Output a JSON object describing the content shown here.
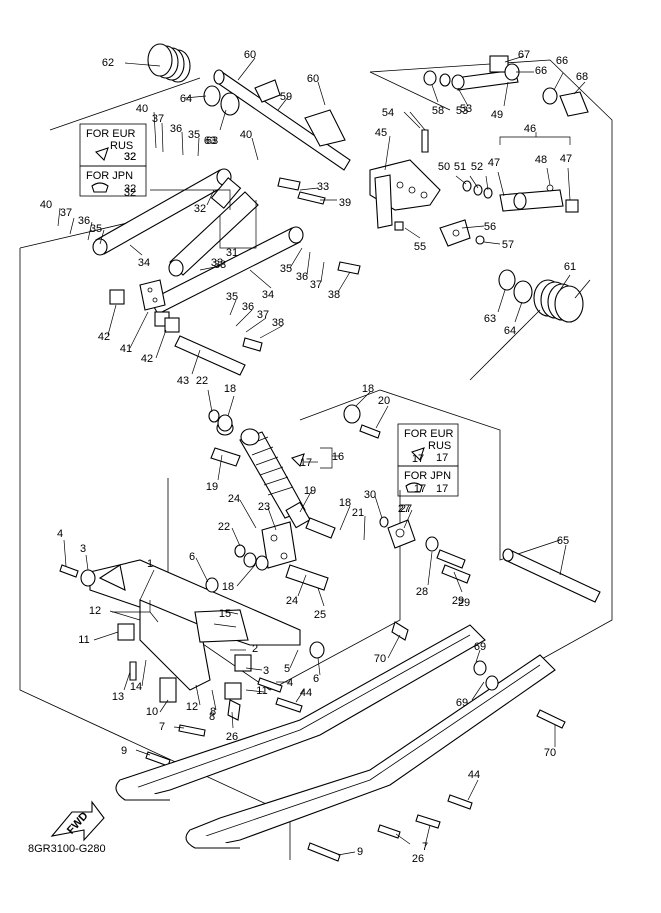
{
  "diagram_code": "8GR3100-G280",
  "fwd_label": "FWD",
  "region_boxes": [
    {
      "id": "box_top_left",
      "lines": [
        "FOR EUR",
        "RUS"
      ],
      "part": "32"
    },
    {
      "id": "box_top_left_jpn",
      "lines": [
        "FOR JPN"
      ],
      "part": "32"
    },
    {
      "id": "box_mid_right",
      "lines": [
        "FOR EUR",
        "RUS"
      ],
      "part": "17"
    },
    {
      "id": "box_mid_right_jpn",
      "lines": [
        "FOR JPN"
      ],
      "part": "17"
    }
  ],
  "callouts": [
    "1",
    "2",
    "3",
    "4",
    "5",
    "6",
    "7",
    "8",
    "9",
    "10",
    "11",
    "12",
    "13",
    "14",
    "15",
    "16",
    "17",
    "18",
    "19",
    "20",
    "21",
    "22",
    "23",
    "24",
    "25",
    "26",
    "27",
    "28",
    "29",
    "30",
    "31",
    "32",
    "33",
    "34",
    "35",
    "36",
    "37",
    "38",
    "39",
    "40",
    "41",
    "42",
    "43",
    "44",
    "45",
    "46",
    "47",
    "48",
    "49",
    "50",
    "51",
    "52",
    "53",
    "54",
    "55",
    "56",
    "57",
    "58",
    "59",
    "60",
    "61",
    "62",
    "63",
    "64",
    "65",
    "66",
    "67",
    "68",
    "69",
    "70"
  ]
}
